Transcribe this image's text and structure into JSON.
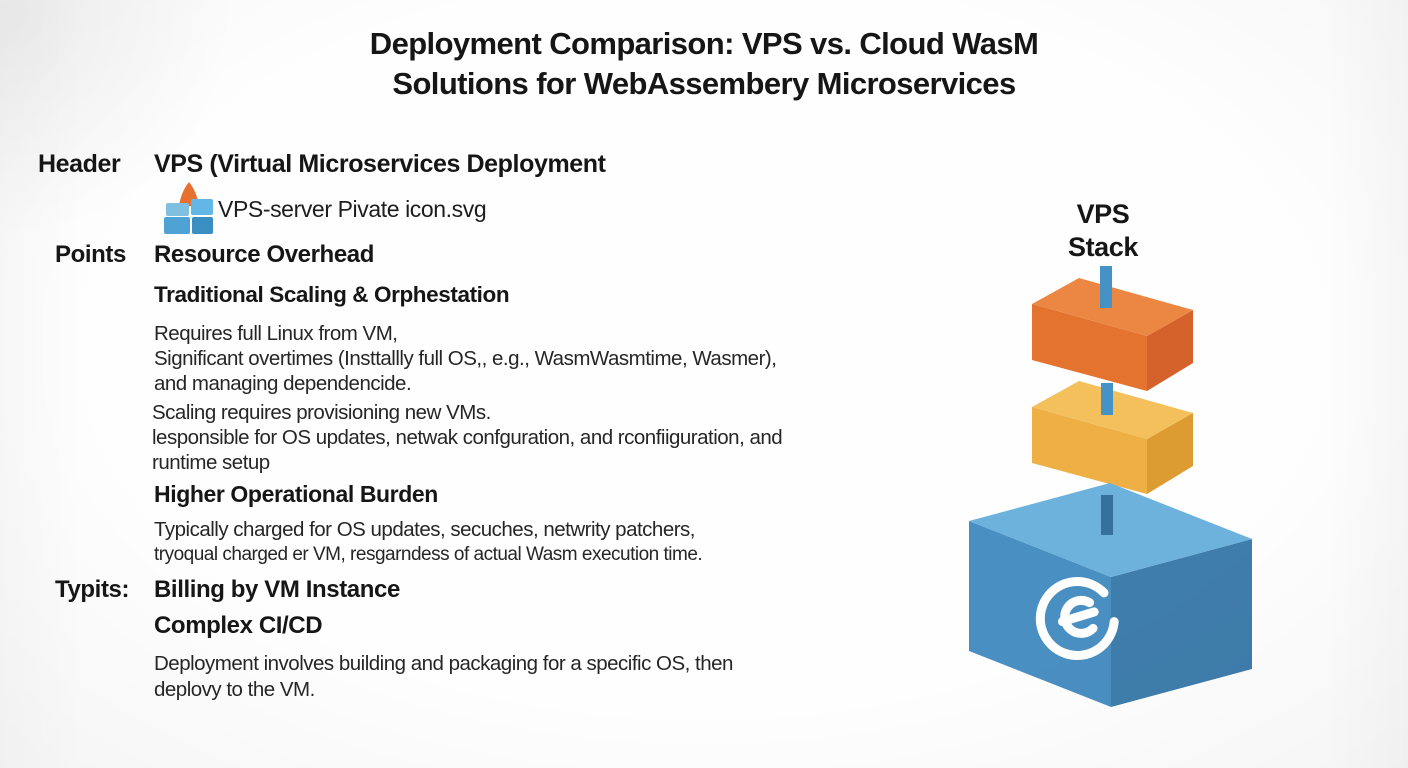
{
  "title": {
    "line1": "Deployment Comparison: VPS vs. Cloud WasM",
    "line2": "Solutions for WebAssembery Microservices"
  },
  "left": {
    "header_label": "Header",
    "header_title": "VPS (Virtual Microservices Deployment",
    "icon_caption": "VPS-server Pivate icon.svg",
    "points_label": "Points",
    "heading_resource_overhead": "Resource Overhead",
    "heading_traditional_scaling": "Traditional Scaling & Orphestation",
    "para_resource": {
      "line1": "Requires full Linux from VM,",
      "line2": "Significant overtimes (Insttallly full OS,, e.g., WasmWasmtime, Wasmer),",
      "line3": "and managing dependencide."
    },
    "para_scaling": {
      "line1": "Scaling requires provisioning new VMs.",
      "line2": "lesponsible for OS updates, netwak confguration, and rconfiiguration, and",
      "line3": "runtime setup"
    },
    "heading_operational_burden": "Higher Operational Burden",
    "para_burden": {
      "line1": "Typically charged for OS updates, secuches, netwrity patchers,",
      "line2": "tryoqual charged er VM, resgarndess of actual Wasm execution time."
    },
    "typits_label": "Typits:",
    "heading_billing": "Billing by VM Instance",
    "heading_cicd": "Complex CI/CD",
    "para_cicd": {
      "line1": "Deployment involves building and packaging for a specific OS, then",
      "line2": "deplovy to the VM."
    }
  },
  "diagram": {
    "stack_label_line1": "VPS",
    "stack_label_line2": "Stack",
    "connector_color": "#4593c6",
    "connector_dark_color": "#36719c",
    "logo_color": "#ffffff",
    "boxes": [
      {
        "name": "orange-box",
        "top": "#ec8743",
        "front": "#e3732f",
        "side": "#d4622a"
      },
      {
        "name": "yellow-box",
        "top": "#f3c05c",
        "front": "#eeb045",
        "side": "#dd9c32"
      },
      {
        "name": "blue-box",
        "top": "#6cb2dc",
        "front": "#4a8fc2",
        "side": "#3f7dac"
      }
    ]
  },
  "server_icon": {
    "bell": "#e8702e",
    "pane_top_left": "#7fc0e0",
    "pane_top_right": "#62b7e6",
    "pane_bottom_left": "#4fa3d4",
    "pane_bottom_right": "#3a8ec2"
  }
}
